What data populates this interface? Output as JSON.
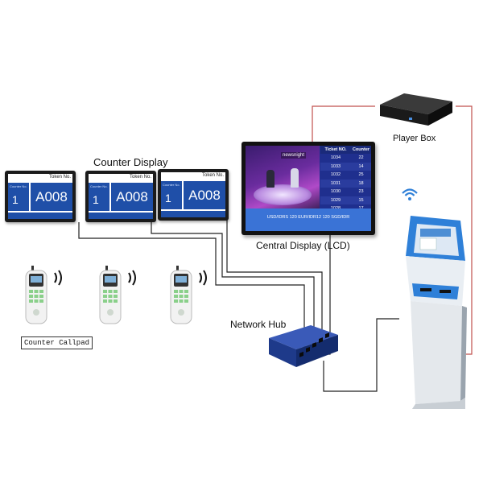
{
  "labels": {
    "counter_display": "Counter Display",
    "central_display": "Central Display (LCD)",
    "player_box": "Player Box",
    "network_hub": "Network Hub",
    "counter_callpad": "Counter Callpad"
  },
  "counter_displays": [
    {
      "token_label": "Token No.",
      "counter_label": "Counter No.",
      "counter_number": "1",
      "token": "A008"
    },
    {
      "token_label": "Token No.",
      "counter_label": "Counter No.",
      "counter_number": "1",
      "token": "A008"
    },
    {
      "token_label": "Token No.",
      "counter_label": "Counter No.",
      "counter_number": "1",
      "token": "A008"
    }
  ],
  "central": {
    "headers": {
      "ticket": "Ticket NO.",
      "counter": "Counter"
    },
    "rows": [
      {
        "ticket": "1034",
        "counter": "22"
      },
      {
        "ticket": "1033",
        "counter": "14"
      },
      {
        "ticket": "1032",
        "counter": "25"
      },
      {
        "ticket": "1031",
        "counter": "18"
      },
      {
        "ticket": "1030",
        "counter": "23"
      },
      {
        "ticket": "1029",
        "counter": "15"
      },
      {
        "ticket": "1028",
        "counter": "17"
      }
    ],
    "ticker": "USD/IDRS 120 EUR/IDR12 120 SGD/IDR",
    "video_logo": "newsnight"
  },
  "colors": {
    "display_blue": "#1f4fa8",
    "hub_blue": "#1e3a8a",
    "kiosk_blue": "#2f80d8",
    "power_line": "#c0504d",
    "cable": "#222222"
  },
  "icons": [
    "wifi-icon",
    "signal-wave-icon"
  ]
}
